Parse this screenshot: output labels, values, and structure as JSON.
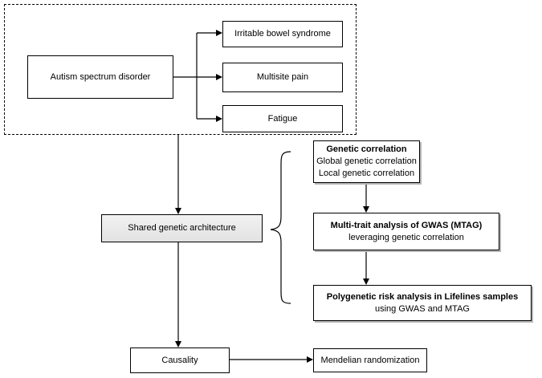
{
  "nodes": {
    "asd": "Autism spectrum disorder",
    "ibs": "Irritable bowel syndrome",
    "pain": "Multisite pain",
    "fatigue": "Fatigue",
    "shared": "Shared genetic architecture",
    "gc_title": "Genetic correlation",
    "gc_line1": "Global genetic correlation",
    "gc_line2": "Local genetic correlation",
    "mtag_title": "Multi-trait analysis of GWAS (MTAG)",
    "mtag_line1": "leveraging genetic correlation",
    "prs_title": "Polygenetic risk analysis in Lifelines samples",
    "prs_line1": "using GWAS and MTAG",
    "causality": "Causality",
    "mr": "Mendelian randomization"
  }
}
